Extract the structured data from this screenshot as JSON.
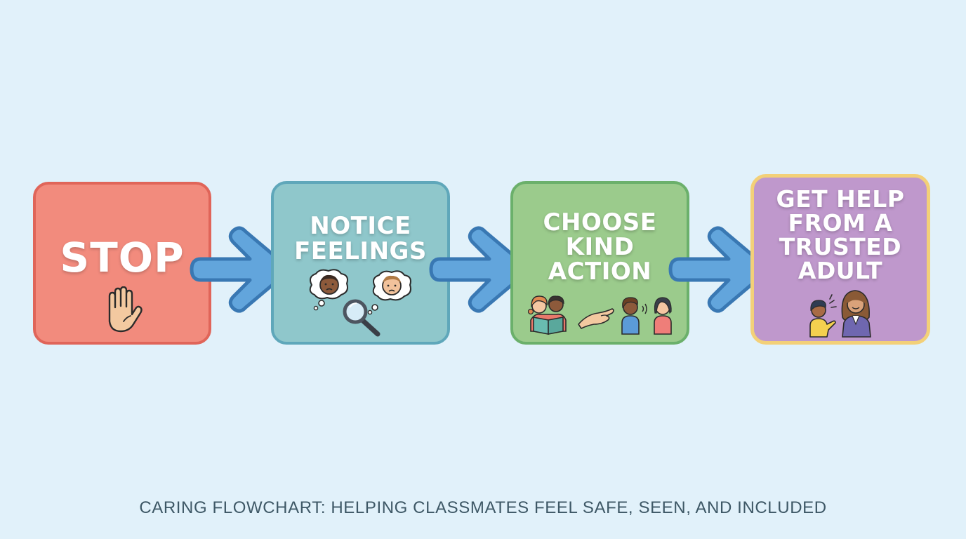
{
  "diagram": {
    "type": "flowchart",
    "direction": "left-to-right",
    "background_color": "#e1f1fa",
    "steps": [
      {
        "id": "stop",
        "label": "STOP",
        "fill": "#f28b7d",
        "border": "#e06559",
        "icons": [
          "raised-hand-icon"
        ]
      },
      {
        "id": "notice",
        "label": "NOTICE\nFEELINGS",
        "fill": "#8fc7cb",
        "border": "#5fa7ba",
        "icons": [
          "sad-face-thought-bubble-icon",
          "magnifying-glass-icon",
          "sad-face-thought-bubble-icon"
        ]
      },
      {
        "id": "choose",
        "label": "CHOOSE\nKIND\nACTION",
        "fill": "#9bcb8c",
        "border": "#6bb06b",
        "icons": [
          "kids-reading-book-icon",
          "open-hand-icon",
          "kids-talking-icon"
        ]
      },
      {
        "id": "help",
        "label": "GET HELP\nFROM A\nTRUSTED\nADULT",
        "fill": "#bf98cc",
        "border": "#f3d078",
        "icons": [
          "child-talking-to-adult-icon"
        ]
      }
    ],
    "connectors": [
      {
        "from": "stop",
        "to": "notice",
        "style": "block-arrow",
        "color": "#62a5dc",
        "outline": "#3978b3"
      },
      {
        "from": "notice",
        "to": "choose",
        "style": "block-arrow",
        "color": "#62a5dc",
        "outline": "#3978b3"
      },
      {
        "from": "choose",
        "to": "help",
        "style": "block-arrow",
        "color": "#62a5dc",
        "outline": "#3978b3"
      }
    ]
  },
  "caption": "CARING FLOWCHART: HELPING CLASSMATES FEEL SAFE, SEEN, AND INCLUDED"
}
